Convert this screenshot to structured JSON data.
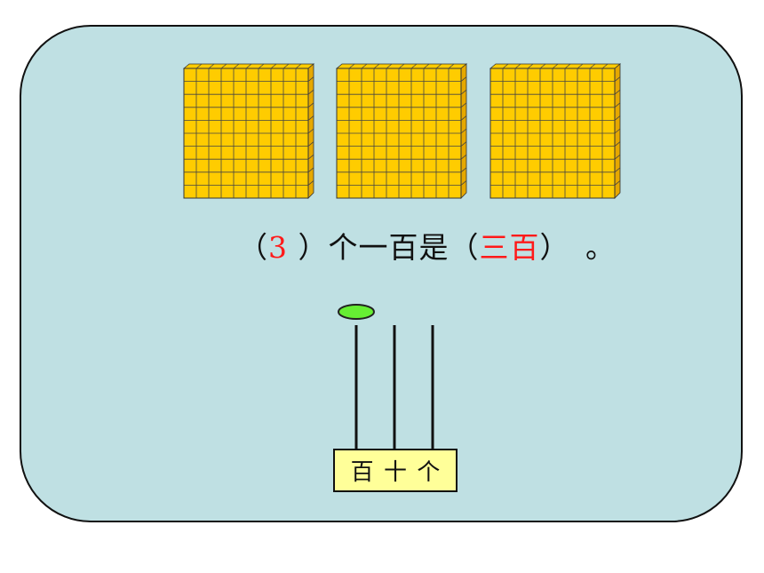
{
  "blocks": {
    "count": 3,
    "grid_rows": 10,
    "grid_cols": 10
  },
  "sentence": {
    "open1": "（",
    "count_answer": "3",
    "close1": " ）",
    "middle": "个一百是（",
    "name_answer": "三百",
    "close2": "）",
    "end": "　。"
  },
  "abacus": {
    "beads": {
      "hundreds": 1,
      "tens": 0,
      "ones": 0
    },
    "labels": [
      "百",
      "十",
      "个"
    ]
  },
  "colors": {
    "panel_bg": "#bfe0e3",
    "block_face": "#ffcc00",
    "block_side": "#e6a800",
    "bead": "#66ee33",
    "answer_text": "#ff1a1a",
    "label_box": "#ffff99"
  }
}
